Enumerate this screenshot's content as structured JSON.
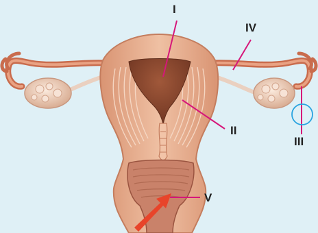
{
  "labels": {
    "I": "I",
    "II": "II",
    "III": "III",
    "IV": "IV",
    "V": "V"
  },
  "colors": {
    "background": "#dff0f6",
    "leader_line": "#d6177a",
    "circle_marker": "#2aa4e0",
    "arrow": "#e8442a",
    "uterine_wall": "#e4a98a",
    "cavity": "#8a4a30",
    "ovary": "#f2d7c4"
  }
}
